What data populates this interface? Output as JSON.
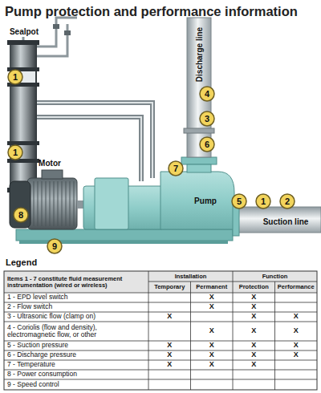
{
  "diagram": {
    "title": "Pump protection and performance information",
    "labels": [
      "Sealpot",
      "1",
      "1",
      "Discharge line",
      "4",
      "3",
      "6",
      "7",
      "Motor",
      "8",
      "9",
      "Pump",
      "5",
      "1",
      "2",
      "Suction line",
      "Legend",
      "Items 1 - 7 constitute fluid measurement instrumentation (wired or wireless)",
      "Installation",
      "Function",
      "Temporary",
      "Permanent",
      "Protection",
      "Performance",
      "1 - EPD level switch",
      "X",
      "X",
      "2 - Flow switch",
      "X",
      "X",
      "3 - Ultrasonic flow (clamp on)",
      "X",
      "X",
      "X",
      "4 - Coriolis (flow and density), electromagnetic flow, or other",
      "X",
      "X",
      "X",
      "5 - Suction pressure",
      "X",
      "X",
      "X",
      "X",
      "6 - Discharge pressure",
      "X",
      "X",
      "X",
      "X",
      "7 - Temperature",
      "X",
      "X",
      "X",
      "8 - Power consumption",
      "9 - Speed control"
    ]
  }
}
